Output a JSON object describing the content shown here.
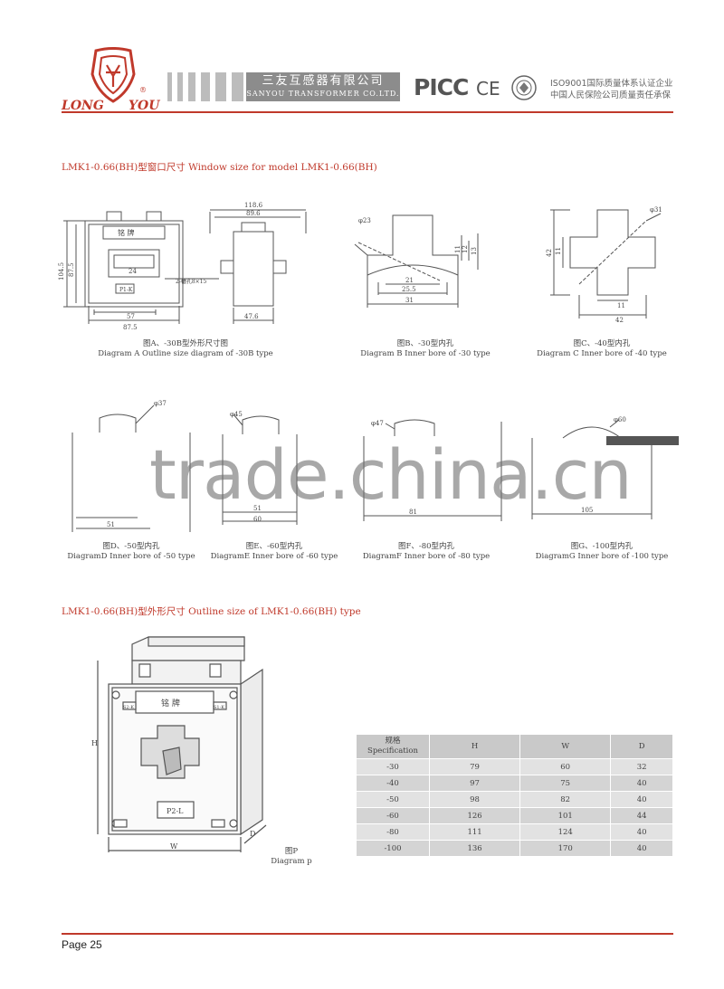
{
  "header": {
    "brand_left": "LONG",
    "brand_right": "YOU",
    "company_cn": "三友互感器有限公司",
    "company_en": "SANYOU TRANSFORMER CO.LTD.",
    "cert_picc": "PICC",
    "cert_ce": "CE",
    "iso_line1": "ISO9001国际质量体系认证企业",
    "iso_line2": "中国人民保险公司质量责任承保"
  },
  "section1_title": "LMK1-0.66(BH)型窗口尺寸 Window size for model LMK1-0.66(BH)",
  "section2_title": "LMK1-0.66(BH)型外形尺寸 Outline size of LMK1-0.66(BH) type",
  "diagrams": {
    "a": {
      "cn": "图A、-30B型外形尺寸图",
      "en": "Diagram A Outline size diagram of -30B type",
      "labels": {
        "d104": "104.5",
        "d87": "87.5",
        "d57": "57",
        "d875": "87.5",
        "d24": "24",
        "nameplate": "铭 牌",
        "p1k": "P1-K",
        "d1186": "118.6",
        "d896": "89.6",
        "d476": "47.6",
        "slot": "2-槽孔8×15"
      }
    },
    "b": {
      "cn": "图B、-30型内孔",
      "en": "Diagram B Inner bore of -30 type",
      "labels": {
        "phi": "φ23",
        "d11": "11",
        "d12": "12",
        "d13": "13",
        "d21": "21",
        "d255": "25.5",
        "d31": "31"
      }
    },
    "c": {
      "cn": "图C、-40型内孔",
      "en": "Diagram C Inner bore of -40 type",
      "labels": {
        "phi": "φ31",
        "d42v": "42",
        "d11v": "11",
        "d11h": "11",
        "d42h": "42"
      }
    },
    "d": {
      "cn": "图D、-50型内孔",
      "en": "DiagramD Inner bore of -50 type",
      "labels": {
        "phi": "φ37",
        "w": "51"
      }
    },
    "e": {
      "cn": "图E、-60型内孔",
      "en": "DiagramE Inner bore of -60 type",
      "labels": {
        "phi": "φ45",
        "w1": "51",
        "w": "60"
      }
    },
    "f": {
      "cn": "图F、-80型内孔",
      "en": "DiagramF Inner bore of -80 type",
      "labels": {
        "phi": "φ47",
        "w": "81"
      }
    },
    "g": {
      "cn": "图G、-100型内孔",
      "en": "DiagramG Inner bore of -100 type",
      "labels": {
        "phi": "φ60",
        "w": "105"
      }
    },
    "p": {
      "cn": "图P",
      "en": "Diagram p",
      "labels": {
        "nameplate": "铭 牌",
        "s2k": "S2-K",
        "s1k": "S1-K",
        "p2l": "P2-L",
        "h": "H",
        "w": "W",
        "d": "D"
      }
    }
  },
  "watermark": "trade.china.cn",
  "spec_table": {
    "headers": {
      "spec_cn": "规格",
      "spec_en": "Specification",
      "h": "H",
      "w": "W",
      "d": "D"
    },
    "rows": [
      {
        "spec": "-30",
        "h": "79",
        "w": "60",
        "d": "32"
      },
      {
        "spec": "-40",
        "h": "97",
        "w": "75",
        "d": "40"
      },
      {
        "spec": "-50",
        "h": "98",
        "w": "82",
        "d": "40"
      },
      {
        "spec": "-60",
        "h": "126",
        "w": "101",
        "d": "44"
      },
      {
        "spec": "-80",
        "h": "111",
        "w": "124",
        "d": "40"
      },
      {
        "spec": "-100",
        "h": "136",
        "w": "170",
        "d": "40"
      }
    ]
  },
  "footer": {
    "page": "Page 25"
  },
  "colors": {
    "accent": "#c0392b",
    "gray_bar": "#bcbcbc",
    "dark_bar": "#8c8c8c"
  }
}
